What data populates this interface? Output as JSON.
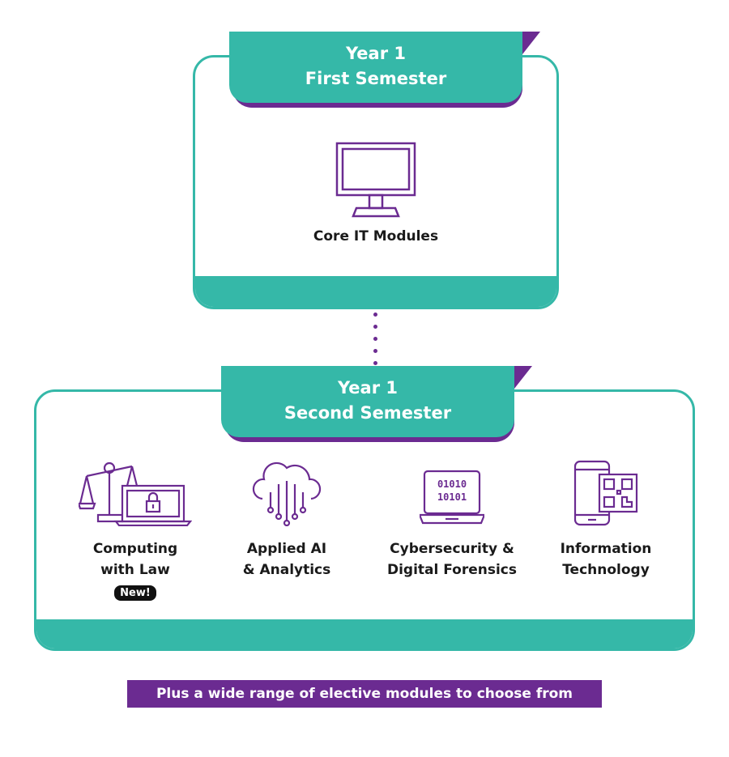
{
  "first_semester": {
    "tab_line1": "Year 1",
    "tab_line2": "First Semester",
    "module_label": "Core IT Modules",
    "icon": "monitor-icon"
  },
  "second_semester": {
    "tab_line1": "Year 1",
    "tab_line2": "Second Semester",
    "modules": [
      {
        "line1": "Computing",
        "line2": "with Law",
        "badge": "New!",
        "icon": "scales-laptop-lock-icon"
      },
      {
        "line1": "Applied AI",
        "line2": "& Analytics",
        "icon": "cloud-circuit-icon"
      },
      {
        "line1": "Cybersecurity &",
        "line2": "Digital Forensics",
        "icon": "laptop-binary-icon"
      },
      {
        "line1": "Information",
        "line2": "Technology",
        "icon": "phone-qr-icon"
      }
    ]
  },
  "elective_banner": "Plus a wide range of elective modules to choose from",
  "colors": {
    "teal": "#35b8a8",
    "purple": "#6b2b91",
    "text": "#1a1a1a"
  }
}
